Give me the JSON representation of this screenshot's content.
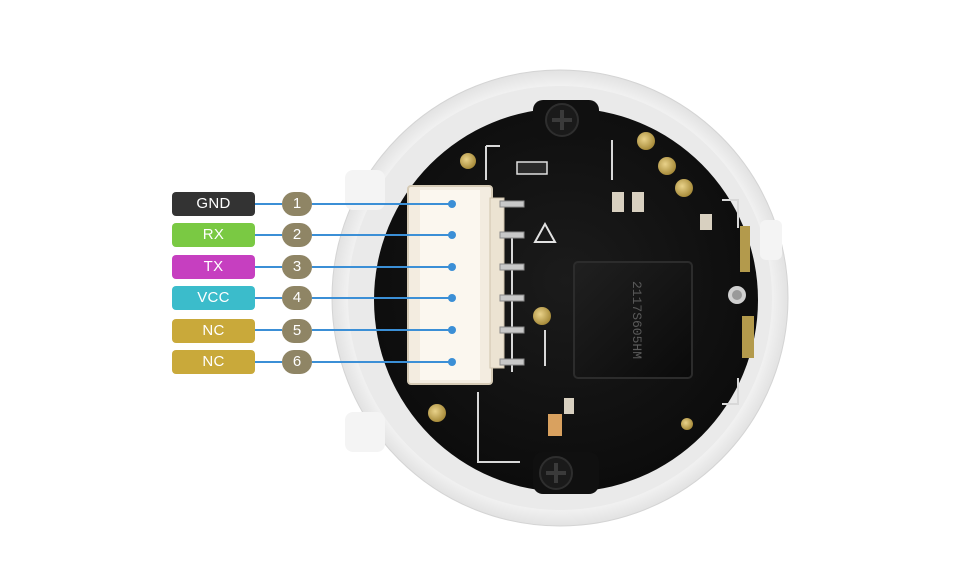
{
  "pins": [
    {
      "label": "GND",
      "number": "1",
      "color": "#333333"
    },
    {
      "label": "RX",
      "number": "2",
      "color": "#7ac943"
    },
    {
      "label": "TX",
      "number": "3",
      "color": "#c63fc0"
    },
    {
      "label": "VCC",
      "number": "4",
      "color": "#3bbccb"
    },
    {
      "label": "NC",
      "number": "5",
      "color": "#c9a93a"
    },
    {
      "label": "NC",
      "number": "6",
      "color": "#c9a93a"
    }
  ],
  "pin_number_color": "#8f8565",
  "leader_line_color": "#3b8fd6",
  "chip": {
    "marking": "2117S605HM"
  }
}
